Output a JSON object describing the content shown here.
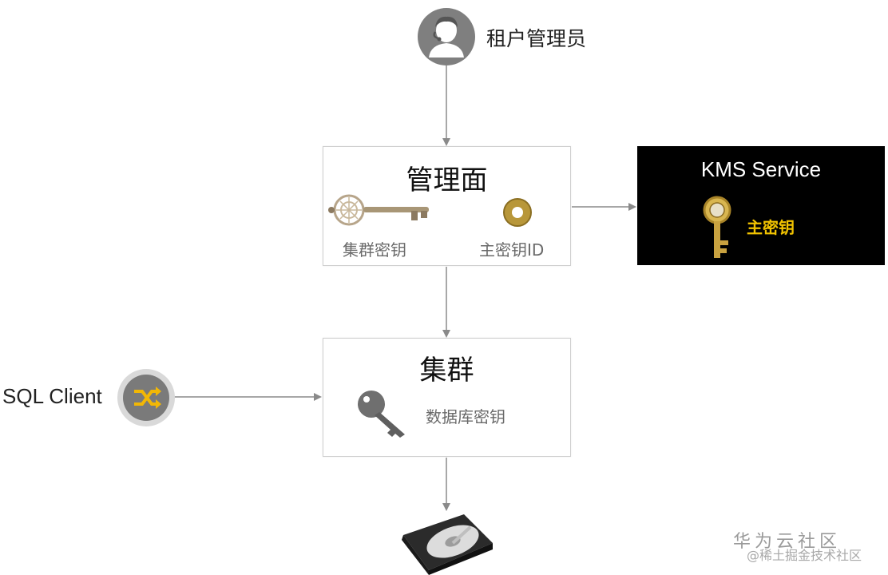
{
  "admin": {
    "label": "租户管理员",
    "icon": "admin-avatar-icon"
  },
  "control_plane": {
    "title": "管理面",
    "cluster_key_label": "集群密钥",
    "master_key_id_label": "主密钥ID"
  },
  "kms": {
    "title": "KMS Service",
    "master_key_label": "主密钥",
    "label_color": "#f2c300"
  },
  "cluster": {
    "title": "集群",
    "db_key_label": "数据库密钥"
  },
  "sql_client": {
    "label": "SQL Client",
    "icon": "shuffle-icon",
    "icon_color": "#f2b705"
  },
  "storage": {
    "icon": "hard-disk-icon"
  },
  "watermark": {
    "line1": "华为云社区",
    "line2": "@稀土掘金技术社区"
  },
  "colors": {
    "arrow": "#8a8a8a",
    "box_border": "#cfcfcf",
    "kms_bg": "#000000"
  }
}
